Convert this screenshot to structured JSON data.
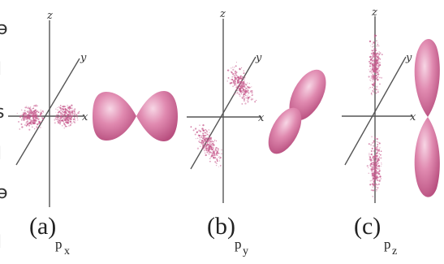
{
  "colors": {
    "lobe_main": "#d9739d",
    "lobe_dark": "#b84f7f",
    "lobe_light": "#f7d6e5",
    "cloud_dot": "#c75a8d",
    "axis": "#555555",
    "text": "#222222"
  },
  "axes": {
    "x": "x",
    "y": "y",
    "z": "z"
  },
  "edge_glyphs": [
    "ə",
    "ا",
    "s",
    "ا",
    "ə",
    "ا"
  ],
  "panels": [
    {
      "letter": "(a)",
      "orbital": "p",
      "subscript": "x"
    },
    {
      "letter": "(b)",
      "orbital": "p",
      "subscript": "y"
    },
    {
      "letter": "(c)",
      "orbital": "p",
      "subscript": "z"
    }
  ]
}
